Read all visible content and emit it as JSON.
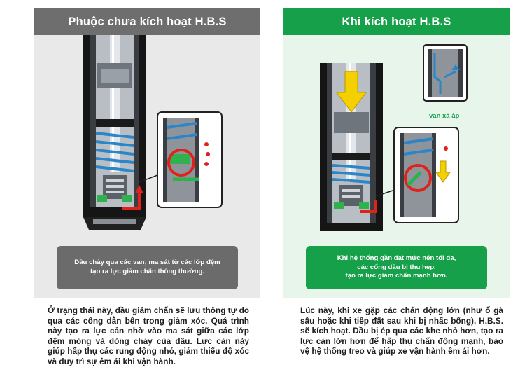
{
  "left_panel": {
    "title": "Phuộc chưa kích hoạt H.B.S",
    "caption": "Dầu chảy qua các van; ma sát từ các lớp đệm\ntạo ra lực giảm chấn thông thường.",
    "description": "Ở trạng thái này, dầu giảm chấn sẽ lưu thông tự do qua các cổng dẫn bên trong giảm xóc. Quá trình này tạo ra lực cản nhờ vào ma sát giữa các lớp đệm mỏng và dòng chảy của dầu. Lực cản này giúp hấp thụ các rung động nhỏ, giảm thiểu độ xóc và duy trì sự êm ái khi vận hành."
  },
  "right_panel": {
    "title": "Khi kích hoạt H.B.S",
    "valve_label": "van xả áp",
    "caption": "Khi hệ thống gần đạt mức nén tối đa,\ncác cổng dầu bị thu hẹp,\ntạo ra lực giảm chấn mạnh hơn.",
    "description": "Lúc này, khi xe gặp các chấn động lớn (như ổ gà sâu hoặc khi tiếp đất sau khi bị nhấc bổng), H.B.S. sẽ kích hoạt. Dầu bị ép qua các khe nhỏ hơn, tạo ra lực cản lớn hơn để hấp thụ chấn động mạnh, bảo vệ hệ thống treo và giúp xe vận hành êm ái hơn."
  },
  "colors": {
    "left_header": "#6e6e6e",
    "right_header": "#16a04a",
    "spring": "#2a86c8",
    "oil_flow": "#e0231a",
    "arrow": "#f5d000"
  }
}
